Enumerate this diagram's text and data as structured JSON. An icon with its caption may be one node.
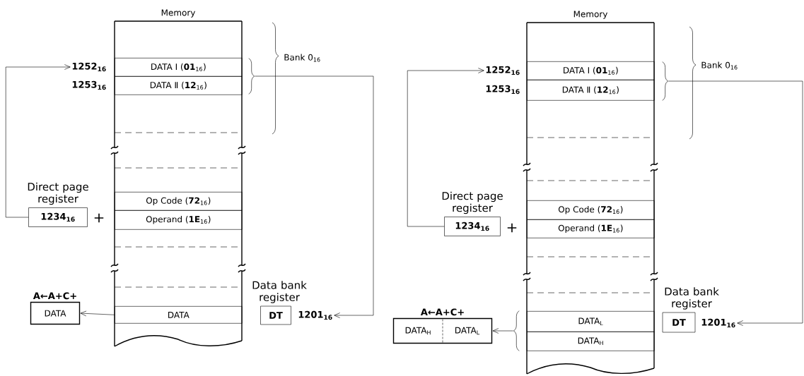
{
  "diagram": {
    "nodes": [
      {
        "text": [
          "Memory"
        ]
      },
      {
        "text": [
          "DATA Ⅰ (**01**$_{16}$)"
        ],
        "in": 0
      },
      {
        "text": [
          "DATA Ⅱ (**12**$_{16}$)"
        ],
        "in": 0
      },
      {
        "text": [
          "Op Code (**72**$_{16}$)"
        ],
        "in": 0
      },
      {
        "text": [
          "Operand (**1E**$_{16}$)"
        ],
        "in": 0
      },
      {
        "text": [
          "DATA"
        ],
        "in": 0
      },
      {
        "text": [
          "1252$_{16}$"
        ]
      },
      {
        "text": [],
        "shape": "brace"
      },
      {
        "text": [
          "Direct page register",
          "1234$_{16}$"
        ]
      },
      {
        "text": [
          "A←A+C+",
          "DATA"
        ]
      },
      {
        "text": [
          "Data bank register",
          "DT"
        ]
      },
      {
        "text": [
          "1201$_{16}$"
        ]
      },
      {
        "text": [
          "Memory"
        ]
      },
      {
        "text": [
          "DATA Ⅰ (**01**$_{16}$)"
        ],
        "in": 12
      },
      {
        "text": [
          "DATA Ⅱ (**12**$_{16}$)"
        ],
        "in": 12
      },
      {
        "text": [
          "Op Code (**72**$_{16}$)"
        ],
        "in": 12
      },
      {
        "text": [
          "Operand (**1E**$_{16}$)"
        ],
        "in": 12
      },
      {
        "text": [
          "DATA$_{L}$"
        ],
        "in": 12
      },
      {
        "text": [
          "DATA$_{H}$"
        ],
        "in": 12
      },
      {
        "text": [
          "1252$_{16}$"
        ]
      },
      {
        "text": [],
        "shape": "brace"
      },
      {
        "text": [
          "Direct page register",
          "1234$_{16}$"
        ]
      },
      {
        "text": [],
        "shape": "brace"
      },
      {
        "text": [
          "A←A+C+",
          "DATA$_{H}$",
          "DATA$_{L}$"
        ]
      },
      {
        "text": [
          "Data bank register",
          "DT"
        ]
      },
      {
        "text": [
          "1201$_{16}$"
        ]
      }
    ],
    "edges": [
      {
        "from": 8,
        "to": 6,
        "arrow": "to"
      },
      {
        "from": 7,
        "to": 11,
        "arrow": "to"
      },
      {
        "from": 5,
        "to": 9,
        "arrow": "to"
      },
      {
        "from": 21,
        "to": 19,
        "arrow": "to"
      },
      {
        "from": 20,
        "to": 25,
        "arrow": "to"
      },
      {
        "from": 22,
        "to": 23,
        "arrow": "to"
      }
    ],
    "labels": [
      "1253$_{16}$",
      "Bank 0$_{16}$",
      "+",
      "1253$_{16}$",
      "Bank 0$_{16}$",
      "+"
    ]
  }
}
